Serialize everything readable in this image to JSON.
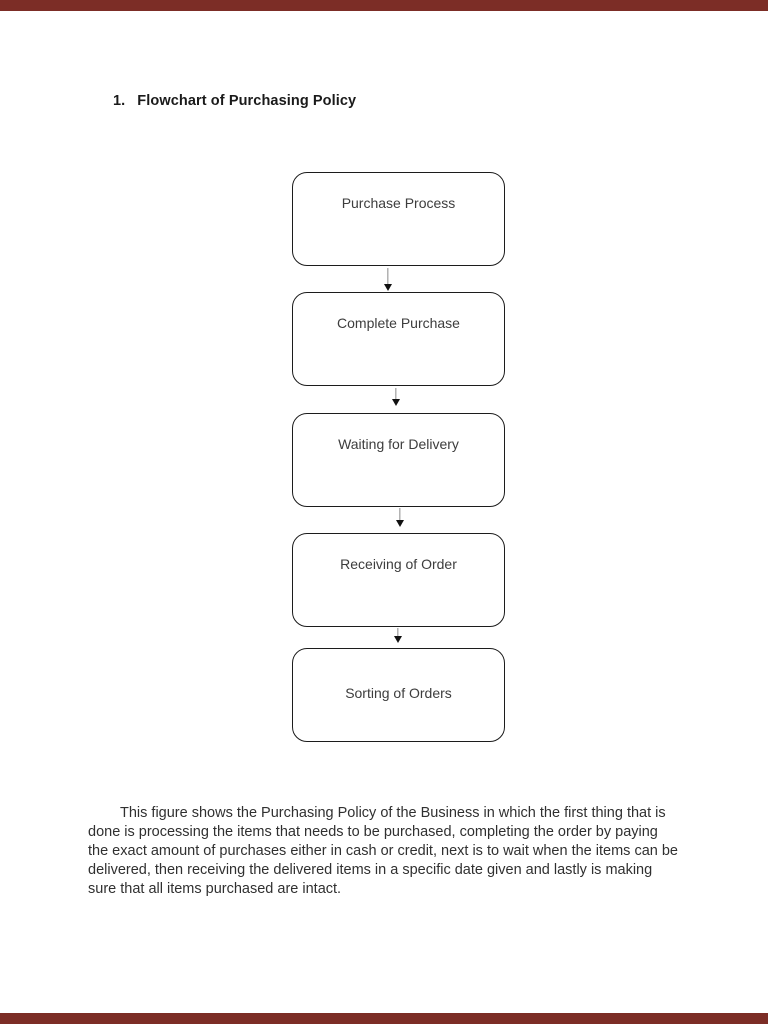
{
  "heading": {
    "number": "1.",
    "title": "Flowchart of Purchasing Policy"
  },
  "flowchart": {
    "type": "vertical-flow",
    "nodes": [
      {
        "label": "Purchase Process"
      },
      {
        "label": "Complete Purchase"
      },
      {
        "label": "Waiting for Delivery"
      },
      {
        "label": "Receiving of Order"
      },
      {
        "label": "Sorting of Orders"
      }
    ],
    "connections": [
      "Purchase Process -> Complete Purchase",
      "Complete Purchase -> Waiting for Delivery",
      "Waiting for Delivery -> Receiving of Order",
      "Receiving of Order -> Sorting of Orders"
    ]
  },
  "description": {
    "text": "This figure shows the Purchasing Policy of the Business in which the first thing that is done is processing the items that needs to be purchased, completing the order by paying the exact amount of purchases either in cash or credit, next is to wait when the items can be delivered, then receiving the delivered items in a specific date given and lastly is making sure that all items purchased are intact."
  },
  "colors": {
    "viewer_bar": "#7c2d26",
    "page_background": "#ffffff",
    "node_border": "#1c1c1c",
    "node_text": "#3d3d3d",
    "arrow_shaft": "#8a8a8a",
    "arrow_head": "#111111",
    "body_text": "#303030"
  }
}
